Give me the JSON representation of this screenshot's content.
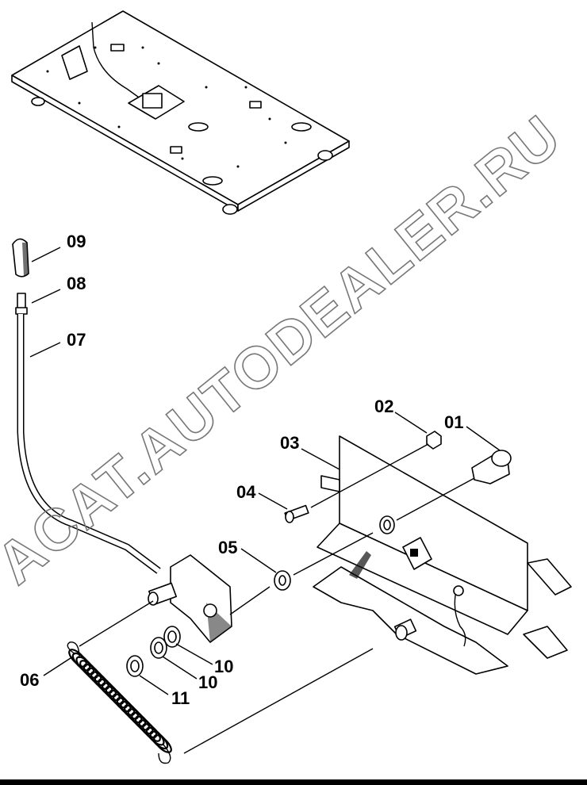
{
  "watermark": "ACAT.AUTODEALER.RU",
  "callouts": [
    {
      "id": "01",
      "text": "01"
    },
    {
      "id": "02",
      "text": "02"
    },
    {
      "id": "03",
      "text": "03"
    },
    {
      "id": "04",
      "text": "04"
    },
    {
      "id": "05",
      "text": "05"
    },
    {
      "id": "06",
      "text": "06"
    },
    {
      "id": "07",
      "text": "07"
    },
    {
      "id": "08",
      "text": "08"
    },
    {
      "id": "09",
      "text": "09"
    },
    {
      "id": "10a",
      "text": "10"
    },
    {
      "id": "10b",
      "text": "10"
    },
    {
      "id": "11",
      "text": "11"
    }
  ]
}
